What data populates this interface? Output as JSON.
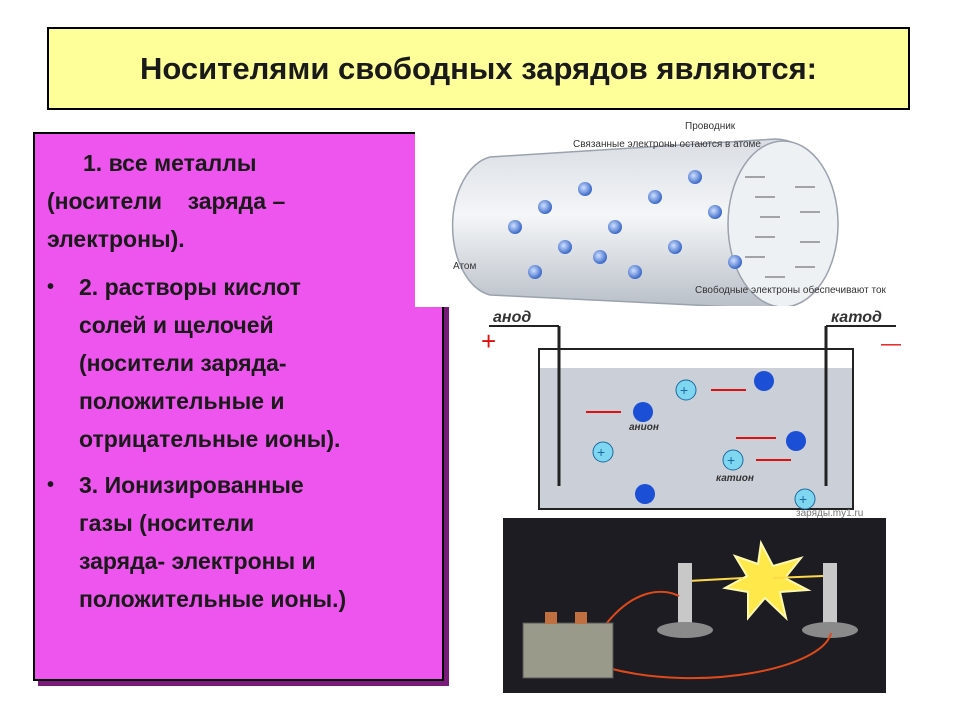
{
  "slide": {
    "title": "Носителями свободных зарядов являются:"
  },
  "content": {
    "item1": {
      "line1": "1. все металлы",
      "line2": "(носители    заряда –",
      "line3": "электроны)."
    },
    "bullets": [
      {
        "lines": [
          "2. растворы кислот",
          "солей и щелочей",
          "(носители заряда-",
          "положительные и",
          "отрицательные ионы)."
        ]
      },
      {
        "lines": [
          "3. Ионизированные",
          "газы  (носители",
          "заряда- электроны и",
          "положительные ионы.)"
        ]
      }
    ],
    "bullet_glyph": "•"
  },
  "figure_conductor": {
    "label_bound": "Связанные электроны остаются в атоме",
    "label_conductor": "Проводник",
    "label_atom": "Атом",
    "label_free": "Свободные электроны обеспечивают ток"
  },
  "figure_electrolysis": {
    "anode": "анод",
    "cathode": "катод",
    "plus": "+",
    "minus": "—",
    "anion": "анион",
    "cation": "катион",
    "watermark": "заряды.my1.ru"
  },
  "colors": {
    "title_bg": "#ffff99",
    "text_bg": "#ee55ee",
    "anion": "#1a4fd6",
    "cation": "#7fd6f0",
    "arrow": "#e01010"
  }
}
